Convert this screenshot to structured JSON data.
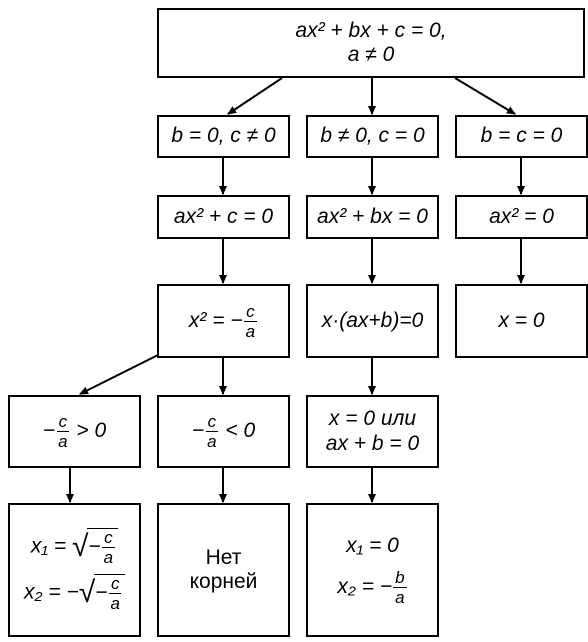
{
  "nodes": {
    "top": {
      "line1": "ax² + bx + c = 0,",
      "line2": "a ≠ 0"
    },
    "case1": "b = 0, c ≠ 0",
    "case2": "b ≠ 0, c = 0",
    "case3": "b = c = 0",
    "eq1": "ax² + c = 0",
    "eq2": "ax² + bx = 0",
    "eq3": "ax² = 0",
    "x2_lhs": "x² = −",
    "frac_num": "c",
    "frac_den": "a",
    "factor": "x·(ax+b)=0",
    "x_zero": "x = 0",
    "pos_rel": "> 0",
    "neg_rel": "< 0",
    "or_line1": "x = 0 или",
    "or_line2": "ax + b = 0",
    "root1_lhs": "x₁ =",
    "root2_lhs": "x₂ = −",
    "no_roots_line1": "Нет",
    "no_roots_line2": "корней",
    "sol1": "x₁ = 0",
    "sol2_lhs": "x₂ = −",
    "sol2_num": "b",
    "sol2_den": "a"
  }
}
